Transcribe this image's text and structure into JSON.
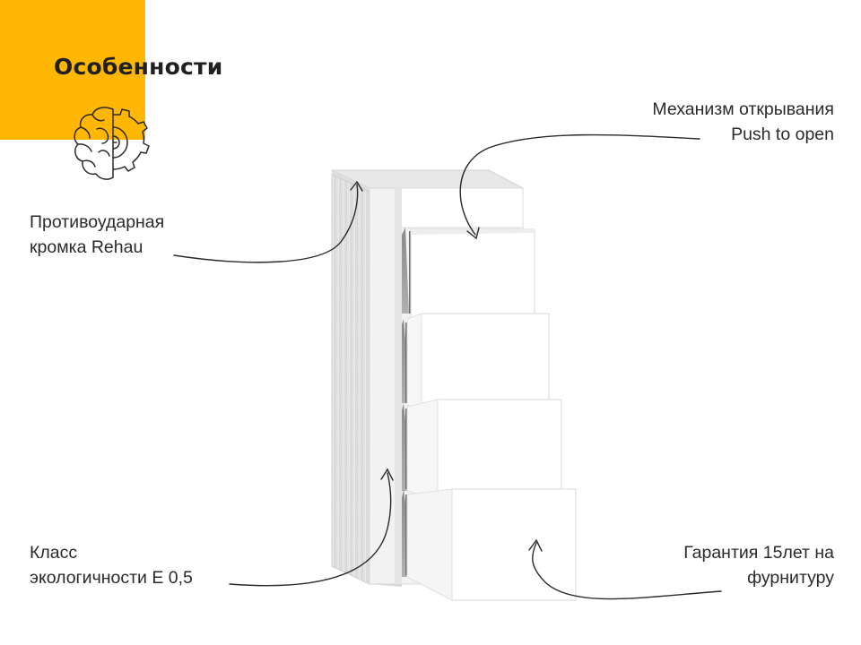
{
  "heading": "Особенности",
  "colors": {
    "accent": "#FFB703",
    "text": "#1f1f1f",
    "cabinet_wood": "#e6e6e6",
    "drawer_front": "#ffffff"
  },
  "icons": {
    "heading_icon": "brain-gear-icon"
  },
  "callouts": {
    "rehau_edge": {
      "line1": "Противоударная",
      "line2": "кромка Rehau"
    },
    "push_to_open": {
      "line1": "Механизм открывания",
      "line2": "Push to open"
    },
    "eco_class": {
      "line1": "Класс",
      "line2": "экологичности Е 0,5"
    },
    "warranty": {
      "line1": "Гарантия 15лет на",
      "line2": "фурнитуру"
    }
  }
}
